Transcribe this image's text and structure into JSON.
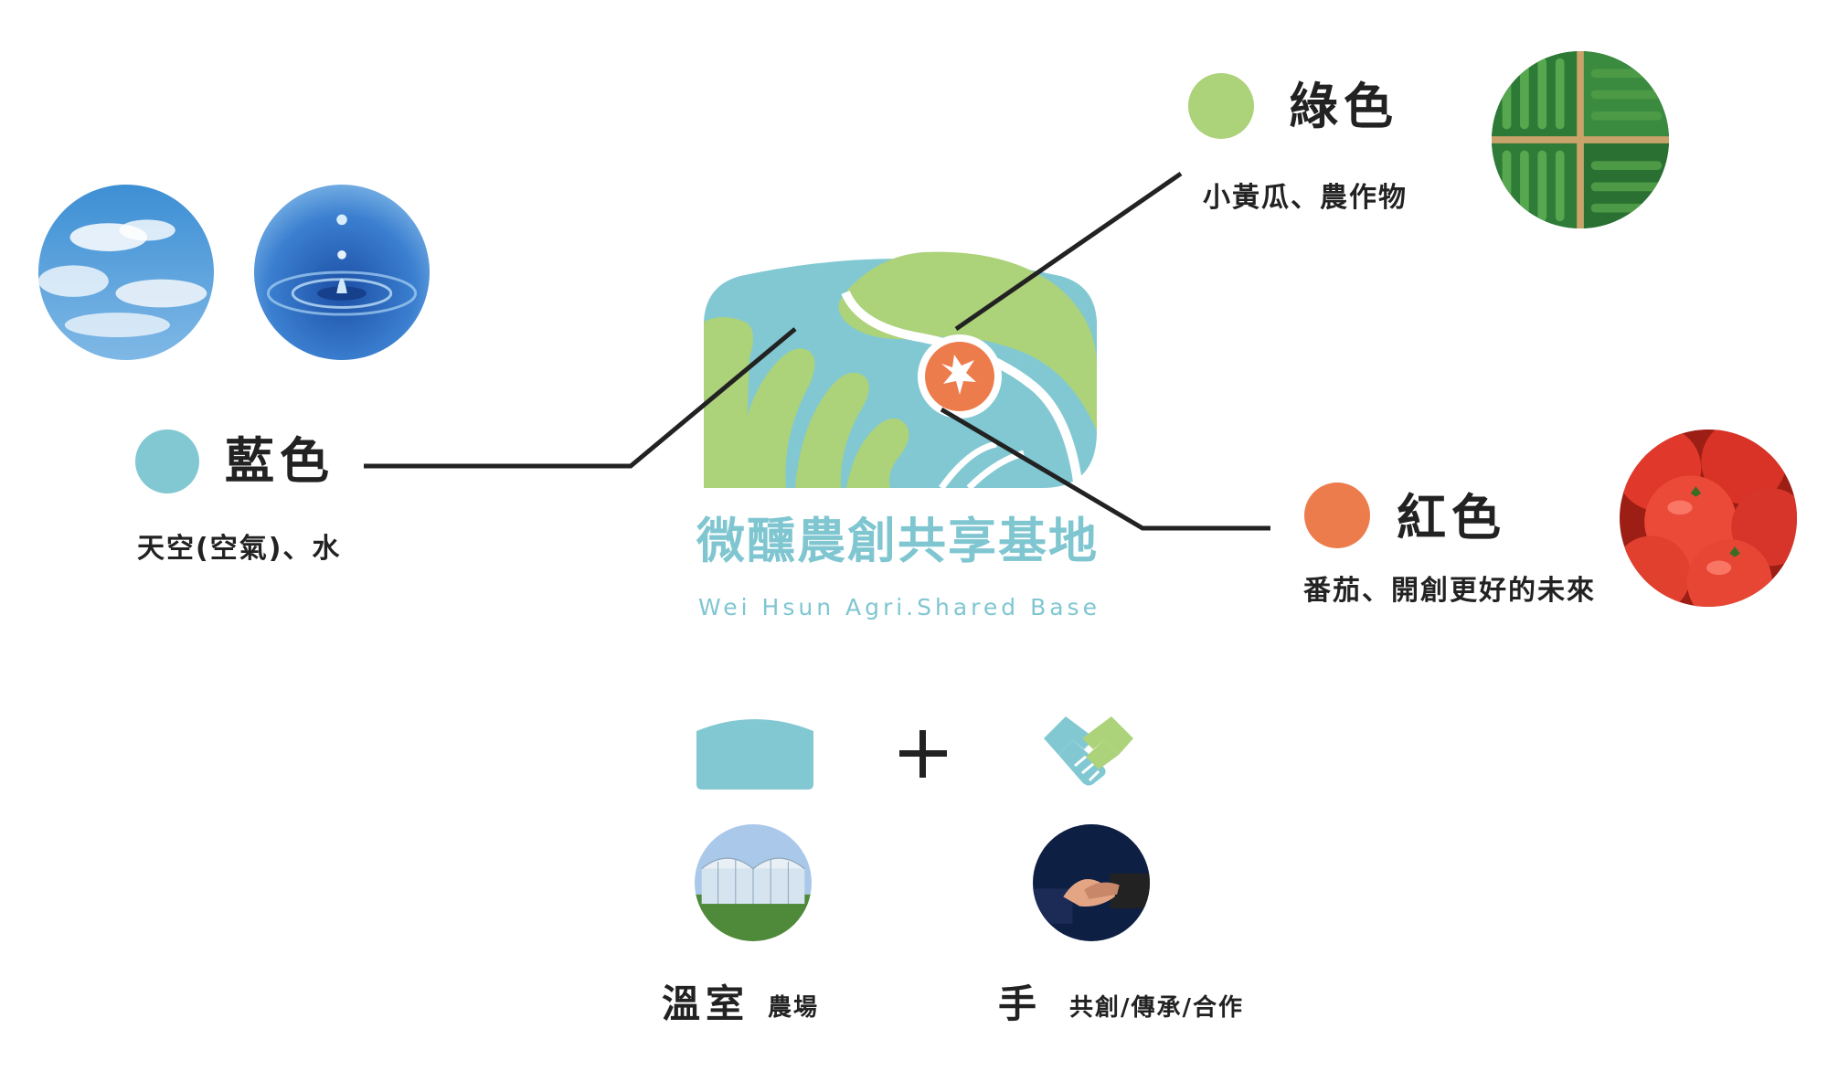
{
  "colors": {
    "blue": "#82c8d3",
    "green": "#acd27a",
    "red": "#ec7c4c",
    "brand_text": "#7fc6d1"
  },
  "brand": {
    "name_cn": "微醺農創共享基地",
    "name_en": "Wei Hsun Agri.Shared Base"
  },
  "blue": {
    "title": "藍色",
    "description": "天空(空氣)、水",
    "photos": [
      "sky-photo",
      "water-drop-photo"
    ]
  },
  "green": {
    "title": "綠色",
    "description": "小黃瓜、農作物",
    "photos": [
      "cucumber-photo"
    ]
  },
  "red": {
    "title": "紅色",
    "description": "番茄、開創更好的未來",
    "photos": [
      "tomato-photo"
    ]
  },
  "components": {
    "greenhouse": {
      "label": "溫室",
      "sublabel": "農場",
      "icon": "greenhouse-shape-icon",
      "photo": "greenhouse-photo"
    },
    "plus": "+",
    "hand": {
      "label": "手",
      "sublabel": "共創/傳承/合作",
      "icon": "handshake-icon",
      "photo": "handshake-photo"
    }
  }
}
